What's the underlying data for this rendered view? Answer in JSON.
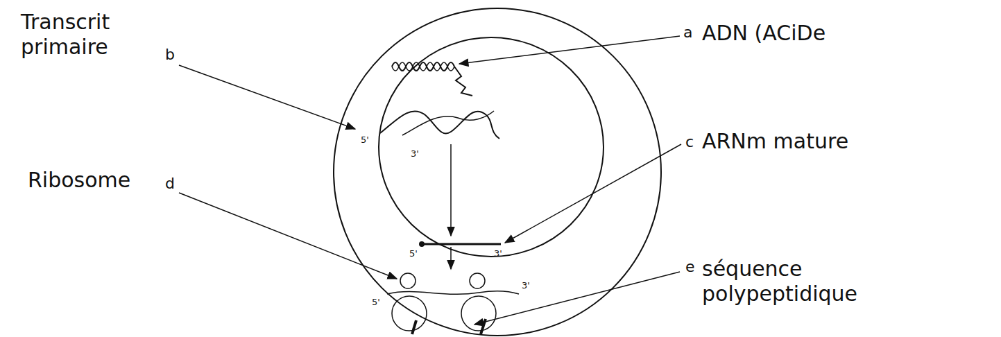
{
  "diagram": {
    "labels": [
      "Transcrit primaire",
      "b",
      "a",
      "ADN (ACiDe",
      "c",
      "ARNm mature",
      "Ribosome",
      "d",
      "e",
      "séquence polypeptidique",
      "5'",
      "3'",
      "5'",
      "3'",
      "5'",
      "3'"
    ]
  }
}
